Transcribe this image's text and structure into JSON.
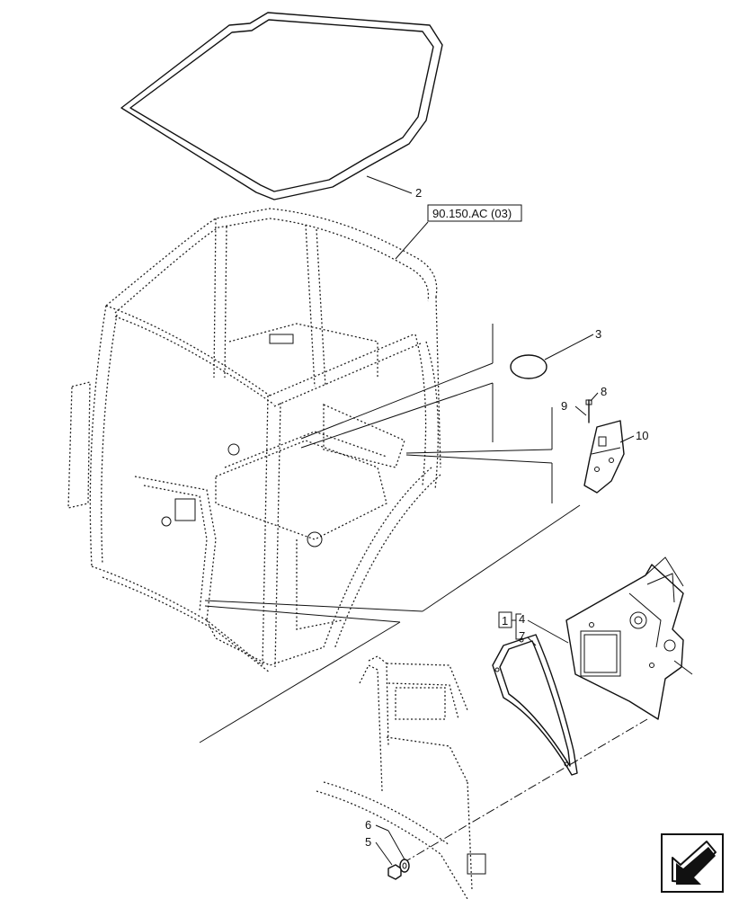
{
  "callouts": {
    "item_1": "1",
    "item_2": "2",
    "item_3": "3",
    "item_4": "4",
    "item_5": "5",
    "item_6": "6",
    "item_7": "7",
    "item_8": "8",
    "item_9": "9",
    "item_10": "10"
  },
  "reference": {
    "cab_frame_ref": "90.150.AC (03)"
  },
  "nav_icon": "arrow-left-down-icon"
}
